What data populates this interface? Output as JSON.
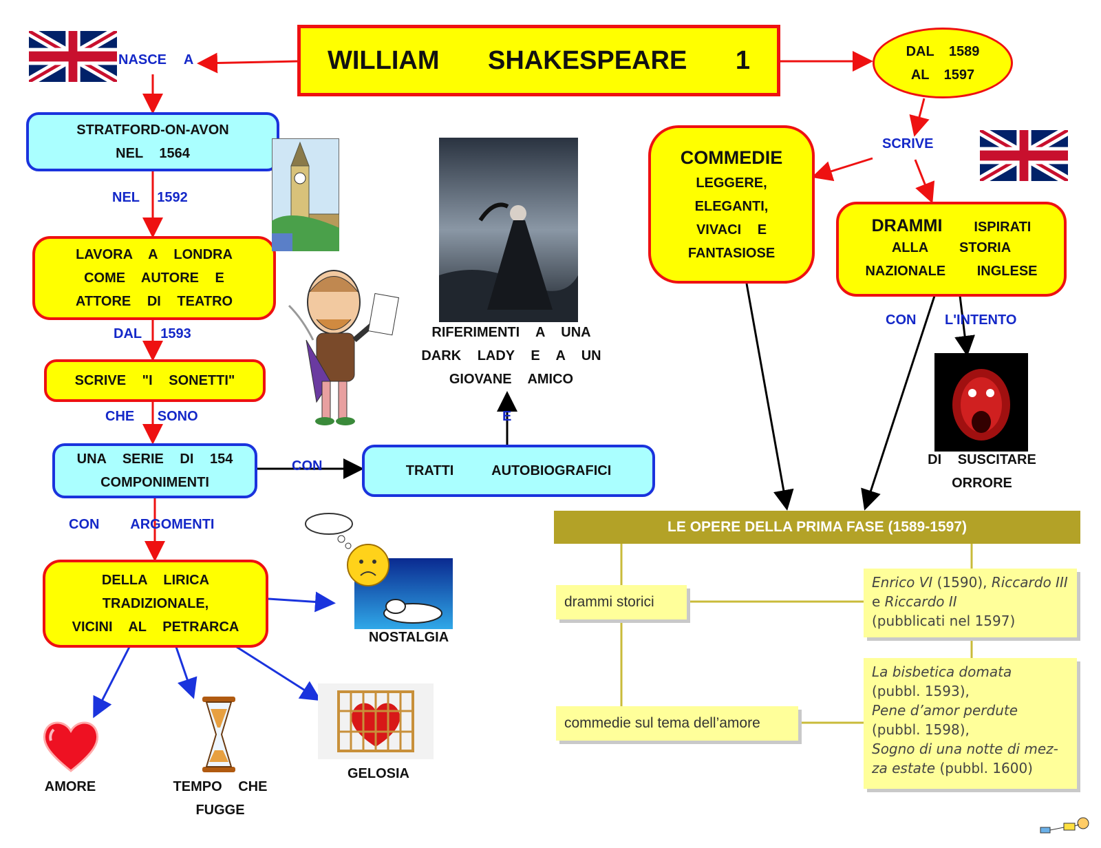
{
  "title": "WILLIAM SHAKESPEARE 1",
  "period": {
    "line1": "DAL 1589",
    "line2": "AL 1597"
  },
  "labels": {
    "nasce_a": "NASCE A",
    "nel_1592": "NEL 1592",
    "dal_1593": "DAL 1593",
    "che_sono": "CHE SONO",
    "con_1": "CON",
    "con_argomenti": "CON ARGOMENTI",
    "e": "E",
    "scrive": "SCRIVE",
    "con_2": "CON",
    "l_intento": "L'INTENTO"
  },
  "nodes": {
    "stratford": "STRATFORD-ON-AVON\nNEL 1564",
    "lavora": "LAVORA A LONDRA\nCOME AUTORE E\nATTORE DI TEATRO",
    "sonetti": "SCRIVE \"I SONETTI\"",
    "serie": "UNA SERIE DI 154\nCOMPONIMENTI",
    "tratti": "TRATTI AUTOBIOGRAFICI",
    "lirica": "DELLA LIRICA\nTRADIZIONALE,\nVICINI AL PETRARCA",
    "commedie_title": "COMMEDIE",
    "commedie_desc": "LEGGERE,\nELEGANTI,\nVIVACI E\nFANTASIOSE",
    "drammi_title": "DRAMMI",
    "drammi_desc": "ISPIRATI",
    "drammi_rest": "ALLA STORIA\nNAZIONALE INGLESE"
  },
  "captions": {
    "riferimenti": "RIFERIMENTI A UNA\nDARK LADY E A UN\nGIOVANE AMICO",
    "nostalgia": "NOSTALGIA",
    "amore": "AMORE",
    "tempo": "TEMPO CHE\nFUGGE",
    "gelosia": "GELOSIA",
    "suscitare": "DI SUSCITARE\nORRORE"
  },
  "table": {
    "header": "LE OPERE DELLA PRIMA FASE (1589-1597)",
    "cat1": "drammi storici",
    "cat2": "commedie sul tema dell’amore",
    "works1": {
      "w1": "Enrico VI",
      "y1": " (1590), ",
      "w2": "Riccardo III",
      "e": "e ",
      "w3": "Riccardo II",
      "pub": "(pubblicati nel 1597)"
    },
    "works2": {
      "w1": "La bisbetica domata",
      "p1": "(pubbl. 1593),",
      "w2": "Pene d’amor perdute",
      "p2": "(pubbl. 1598),",
      "w3a": "Sogno di una notte di mez-",
      "w3b": "za estate",
      "p3": " (pubbl. 1600)"
    }
  },
  "colors": {
    "yellow": "#ffff00",
    "red": "#ee1111",
    "cyan": "#aaffff",
    "blue": "#1a33dd",
    "olive": "#b3a227"
  }
}
